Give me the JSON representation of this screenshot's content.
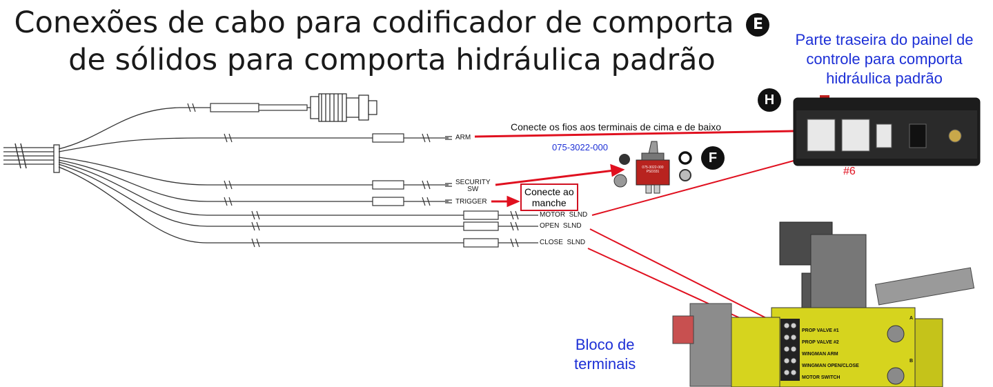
{
  "title": {
    "line1": "Conexões de cabo para codificador de comporta",
    "line2": "de sólidos para comporta hidráulica padrão",
    "badge": "E"
  },
  "panel_label": {
    "line1": "Parte traseira do painel de",
    "line2": "controle para comporta",
    "line3": "hidráulica padrão"
  },
  "badges": {
    "h": "H",
    "f": "F"
  },
  "connect_note": "Conecte os fios aos terminais de cima e de baixo",
  "part_number": "075-3022-000",
  "connect_box": {
    "line1": "Conecte ao",
    "line2": "manche"
  },
  "terminal_number": "#6",
  "wires": {
    "arm": "ARM",
    "security_1": "SECURITY",
    "security_2": "SW",
    "trigger": "TRIGGER",
    "motor": "MOTOR  SLND",
    "open": "OPEN  SLND",
    "close": "CLOSE  SLND"
  },
  "switch_label": {
    "line1": "075-3022-000",
    "line2": "PSD331"
  },
  "terminal_block": {
    "label_1": "Bloco de",
    "label_2": "terminais",
    "rows": [
      "PROP VALVE #1",
      "PROP VALVE #2",
      "WINGMAN ARM",
      "WINGMAN OPEN/CLOSE",
      "MOTOR SWITCH"
    ]
  },
  "valve_marks": {
    "a": "A",
    "b": "B"
  },
  "colors": {
    "accent_red": "#e0101f",
    "label_blue": "#1c2fd6",
    "block_yellow": "#d6d41e"
  }
}
